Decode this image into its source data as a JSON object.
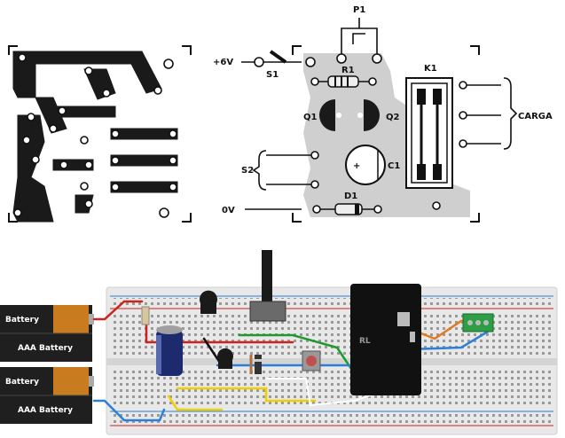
{
  "schematic": {
    "p1": "P1",
    "plus6v": "+6V",
    "s1": "S1",
    "r1": "R1",
    "k1": "K1",
    "q1": "Q1",
    "q2": "Q2",
    "carga": "CARGA",
    "s2": "S2",
    "c1": "C1",
    "c1_plus": "+",
    "d1": "D1",
    "zero_v": "0V"
  },
  "breadboard": {
    "battery1_label": "Battery",
    "battery1_sub": "AAA Battery",
    "battery2_label": "Battery",
    "battery2_sub": "AAA Battery",
    "relay_text": "RL"
  },
  "colors": {
    "wire_red": "#c8251f",
    "wire_green": "#1e9a2c",
    "wire_blue": "#2d7fd6",
    "wire_yellow": "#f0d000",
    "wire_orange": "#e07a20",
    "wire_black": "#111111",
    "wire_white": "#ffffff"
  }
}
